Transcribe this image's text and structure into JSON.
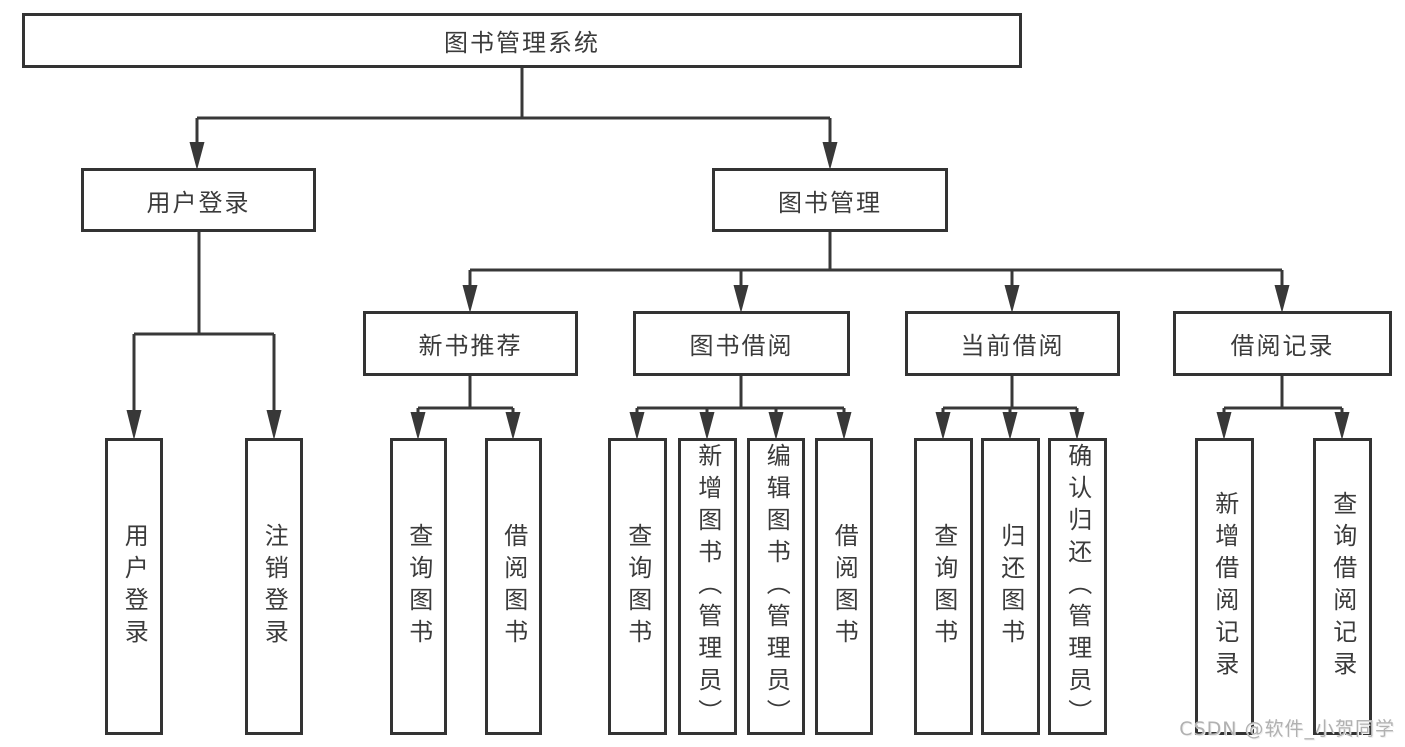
{
  "diagram": {
    "type": "hierarchy-chart",
    "title": "图书管理系统",
    "watermark": "CSDN @软件_小贺同学",
    "colors": {
      "background": "#ffffff",
      "box_border": "#333333",
      "line": "#383838",
      "text": "#3b3b3b",
      "watermark": "#b1b1b1"
    },
    "tree": {
      "label": "图书管理系统",
      "children": [
        {
          "label": "用户登录",
          "children": [
            {
              "label": "用户登录"
            },
            {
              "label": "注销登录"
            }
          ]
        },
        {
          "label": "图书管理",
          "children": [
            {
              "label": "新书推荐",
              "children": [
                {
                  "label": "查询图书"
                },
                {
                  "label": "借阅图书"
                }
              ]
            },
            {
              "label": "图书借阅",
              "children": [
                {
                  "label": "查询图书"
                },
                {
                  "label": "新增图书（管理员）"
                },
                {
                  "label": "编辑图书（管理员）"
                },
                {
                  "label": "借阅图书"
                }
              ]
            },
            {
              "label": "当前借阅",
              "children": [
                {
                  "label": "查询图书"
                },
                {
                  "label": "归还图书"
                },
                {
                  "label": "确认归还（管理员）"
                }
              ]
            },
            {
              "label": "借阅记录",
              "children": [
                {
                  "label": "新增借阅记录"
                },
                {
                  "label": "查询借阅记录"
                }
              ]
            }
          ]
        }
      ]
    }
  }
}
